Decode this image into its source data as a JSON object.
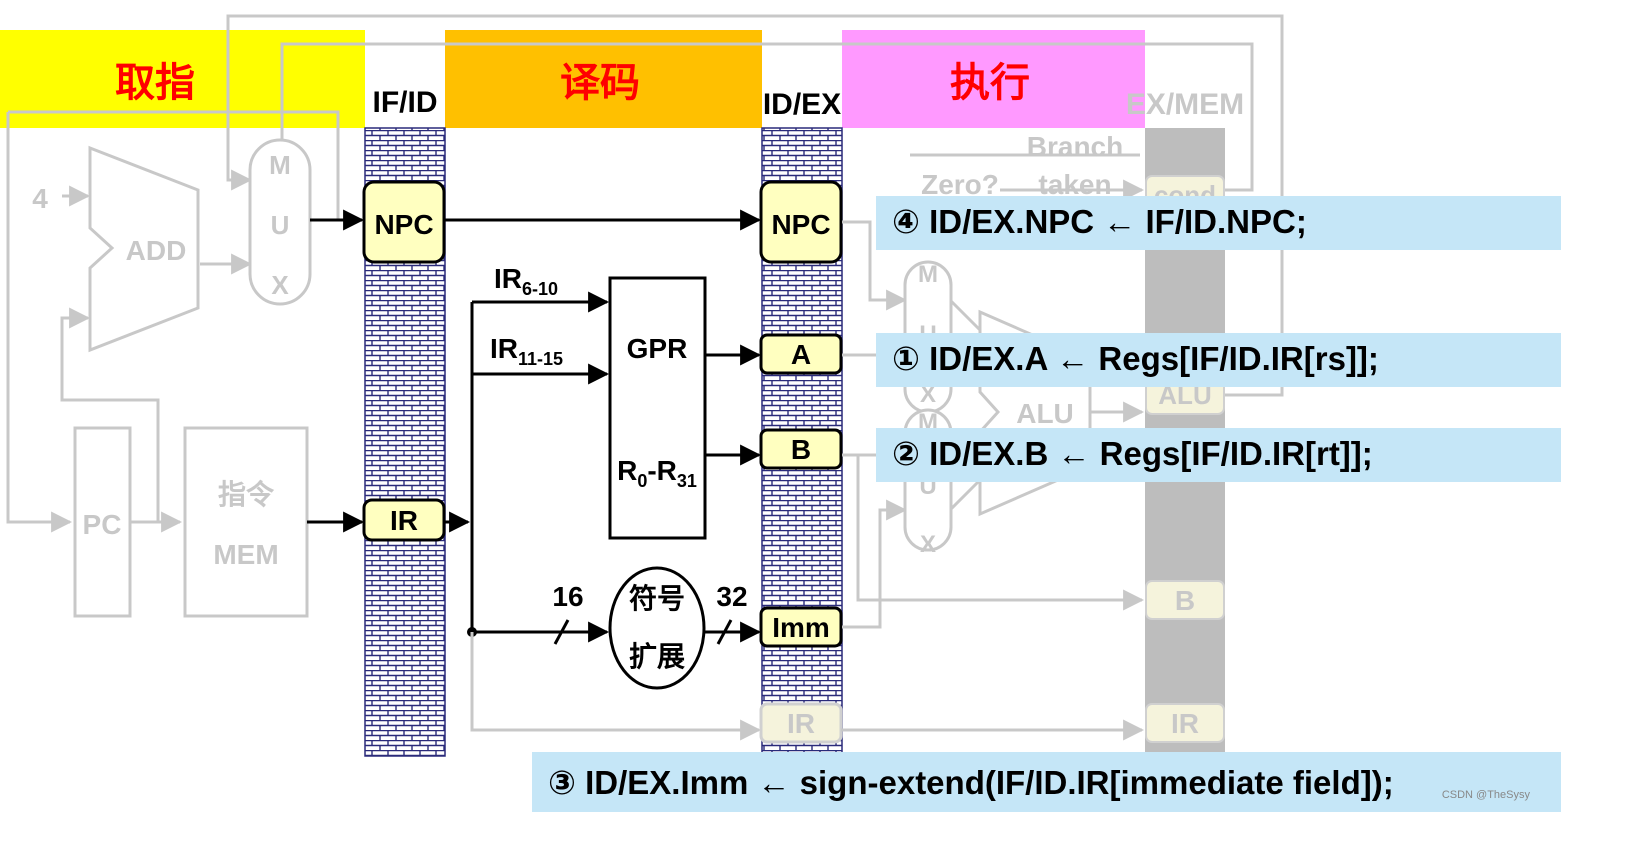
{
  "stages": {
    "fetch": "取指",
    "decode": "译码",
    "execute": "执行"
  },
  "registers": {
    "ifid": "IF/ID",
    "idex": "ID/EX",
    "exmem": "EX/MEM"
  },
  "fetch_unit": {
    "four": "4",
    "add": "ADD",
    "mux": [
      "M",
      "U",
      "X"
    ],
    "pc": "PC",
    "mem_line1": "指令",
    "mem_line2": "MEM",
    "npc": "NPC",
    "ir": "IR"
  },
  "decode_unit": {
    "ir_a_base": "IR",
    "ir_a_sub": "6-10",
    "ir_b_base": "IR",
    "ir_b_sub": "11-15",
    "gpr": "GPR",
    "r_base1": "R",
    "r_sub1": "0",
    "r_dash": "-R",
    "r_sub2": "31",
    "width_in": "16",
    "width_out": "32",
    "sign_line1": "符号",
    "sign_line2": "扩展"
  },
  "idex_fields": {
    "npc": "NPC",
    "a": "A",
    "b": "B",
    "imm": "Imm",
    "ir": "IR"
  },
  "execute_unit": {
    "branch": "Branch",
    "zero": "Zero?",
    "taken": "taken",
    "cond": "cond",
    "mux_top": [
      "M",
      "U",
      "X"
    ],
    "mux_bot": [
      "M",
      "U",
      "X"
    ],
    "alu": "ALU",
    "alu_out": "ALU",
    "b": "B",
    "ir": "IR"
  },
  "annotations": {
    "npc": "④ ID/EX.NPC ← IF/ID.NPC;",
    "a": "① ID/EX.A ← Regs[IF/ID.IR[rs]];",
    "b": "② ID/EX.B ← Regs[IF/ID.IR[rt]];",
    "imm": "③ ID/EX.Imm ← sign-extend(IF/ID.IR[immediate field]);"
  },
  "watermark": "CSDN @TheSysy",
  "colors": {
    "fetch_band": "#ffff00",
    "decode_band": "#ffc000",
    "execute_band": "#ff99ff",
    "stage_text": "#ff0000",
    "annotation_bg": "#c5e6f7",
    "field_box": "#ffffc0",
    "latch_brick": "#2a2a7a",
    "dim": "#c8c8c8"
  }
}
